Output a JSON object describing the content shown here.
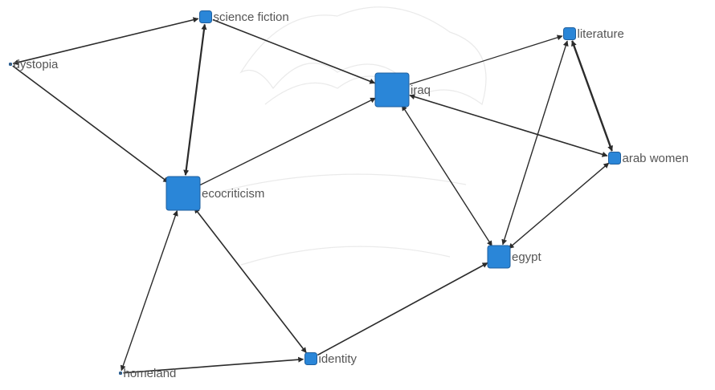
{
  "colors": {
    "node_fill": "#2a86d8",
    "node_stroke": "#1f5f9e",
    "edge": "#2b2b2b",
    "label": "#555555",
    "background": "#ffffff"
  },
  "nodes": [
    {
      "id": "science_fiction",
      "label": "science fiction",
      "weight": 2
    },
    {
      "id": "dystopia",
      "label": "dystopia",
      "weight": 0
    },
    {
      "id": "iraq",
      "label": "iraq",
      "weight": 5
    },
    {
      "id": "literature",
      "label": "literature",
      "weight": 2
    },
    {
      "id": "arab_women",
      "label": "arab women",
      "weight": 2
    },
    {
      "id": "ecocriticism",
      "label": "ecocriticism",
      "weight": 5
    },
    {
      "id": "egypt",
      "label": "egypt",
      "weight": 3
    },
    {
      "id": "identity",
      "label": "identity",
      "weight": 2
    },
    {
      "id": "homeland",
      "label": "homeland",
      "weight": 0
    }
  ],
  "edges": [
    {
      "source": "dystopia",
      "target": "science_fiction",
      "directed": "both",
      "strength": 1.6
    },
    {
      "source": "dystopia",
      "target": "ecocriticism",
      "directed": "forward",
      "strength": 1.6
    },
    {
      "source": "science_fiction",
      "target": "ecocriticism",
      "directed": "both",
      "strength": 2.2
    },
    {
      "source": "science_fiction",
      "target": "iraq",
      "directed": "forward",
      "strength": 1.6
    },
    {
      "source": "ecocriticism",
      "target": "iraq",
      "directed": "forward",
      "strength": 1.4
    },
    {
      "source": "iraq",
      "target": "literature",
      "directed": "forward",
      "strength": 1.3
    },
    {
      "source": "arab_women",
      "target": "iraq",
      "directed": "both",
      "strength": 1.6
    },
    {
      "source": "iraq",
      "target": "egypt",
      "directed": "both",
      "strength": 1.4
    },
    {
      "source": "literature",
      "target": "arab_women",
      "directed": "both",
      "strength": 2.4
    },
    {
      "source": "egypt",
      "target": "literature",
      "directed": "both",
      "strength": 1.4
    },
    {
      "source": "egypt",
      "target": "arab_women",
      "directed": "both",
      "strength": 1.4
    },
    {
      "source": "ecocriticism",
      "target": "identity",
      "directed": "both",
      "strength": 1.6
    },
    {
      "source": "identity",
      "target": "egypt",
      "directed": "forward",
      "strength": 1.6
    },
    {
      "source": "ecocriticism",
      "target": "homeland",
      "directed": "both",
      "strength": 1.4
    },
    {
      "source": "homeland",
      "target": "identity",
      "directed": "forward",
      "strength": 1.6
    }
  ]
}
